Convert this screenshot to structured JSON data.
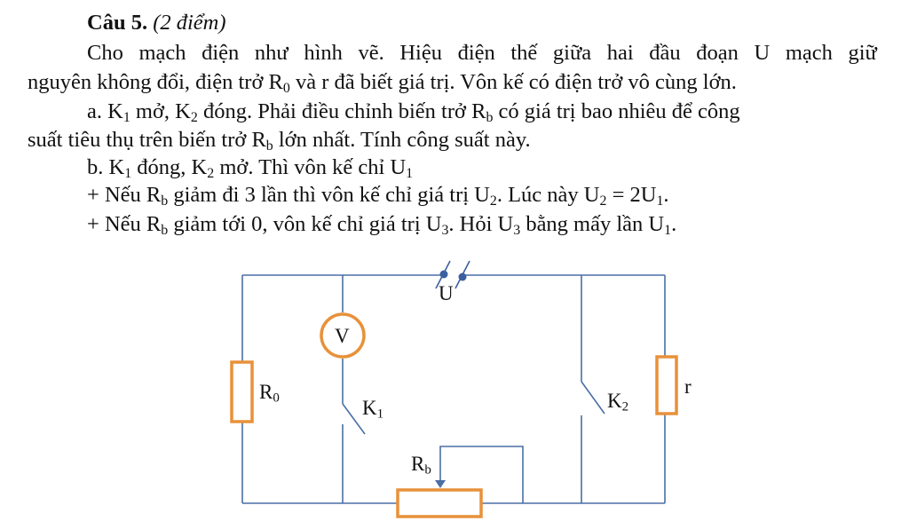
{
  "question": {
    "number": "Câu 5.",
    "points": "(2 điểm)"
  },
  "paragraphs": {
    "intro_line1_words": [
      "Cho",
      "mạch",
      "điện",
      "như",
      "hình",
      "vẽ.",
      "Hiệu",
      "điện",
      "thế",
      "giữa",
      "hai",
      "đầu",
      "đoạn",
      "U",
      "mạch",
      "giữ"
    ],
    "intro_line2_a": "nguyên không đổi, điện trở R",
    "intro_line2_sub": "0",
    "intro_line2_b": " và r đã biết giá trị. Vôn kế có điện trở vô cùng lớn.",
    "a_line1": {
      "p1": "a. K",
      "s1": "1",
      "p2": " mở, K",
      "s2": "2",
      "p3": " đóng. Phải điều chỉnh biến trở R",
      "s3": "b",
      "p4": " có giá trị bao nhiêu để công"
    },
    "a_line2": {
      "p1": "suất tiêu thụ trên biến trở R",
      "s1": "b",
      "p2": " lớn nhất. Tính công suất này."
    },
    "b_line1": {
      "p1": "b. K",
      "s1": "1",
      "p2": " đóng, K",
      "s2": "2",
      "p3": " mở. Thì vôn kế chỉ U",
      "s3": "1"
    },
    "b_line2": {
      "p1": "+ Nếu R",
      "s1": "b",
      "p2": " giảm đi 3 lần thì vôn kế chỉ giá trị U",
      "s2": "2",
      "p3": ". Lúc này U",
      "s3": "2",
      "p4": " = 2U",
      "s4": "1",
      "p5": "."
    },
    "b_line3": {
      "p1": "+ Nếu R",
      "s1": "b",
      "p2": " giảm tới 0, vôn kế chỉ giá trị U",
      "s2": "3",
      "p3": ". Hỏi U",
      "s3": "3",
      "p4": " bằng mấy lần U",
      "s4": "1",
      "p5": "."
    }
  },
  "circuit": {
    "wire_color": "#4a6fa5",
    "component_color": "#e8913a",
    "terminal_color": "#3b5fa0",
    "labels": {
      "source": "U",
      "voltmeter": "V",
      "r0_main": "R",
      "r0_sub": "0",
      "k1_main": "K",
      "k1_sub": "1",
      "k2_main": "K",
      "k2_sub": "2",
      "r": "r",
      "rb_main": "R",
      "rb_sub": "b"
    }
  }
}
